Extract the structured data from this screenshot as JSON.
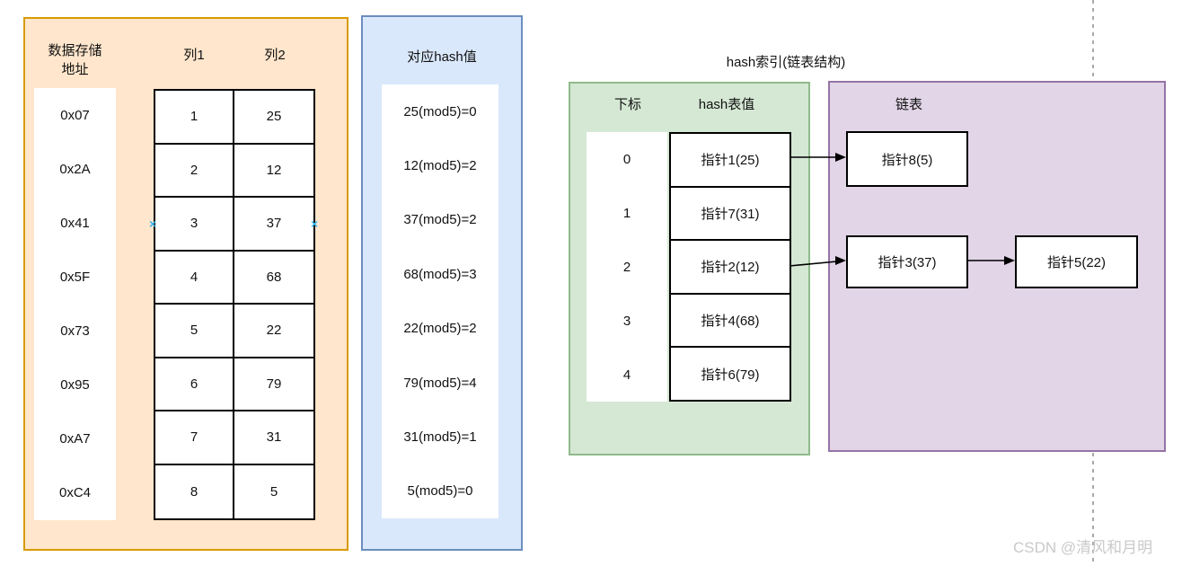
{
  "title": "hash索引(链表结构)",
  "watermark": "CSDN @清风和月明",
  "storage_panel": {
    "header_line1": "数据存储",
    "header_line2": "地址",
    "col1_header": "列1",
    "col2_header": "列2",
    "addresses": [
      "0x07",
      "0x2A",
      "0x41",
      "0x5F",
      "0x73",
      "0x95",
      "0xA7",
      "0xC4"
    ],
    "rows": [
      {
        "col1": "1",
        "col2": "25"
      },
      {
        "col1": "2",
        "col2": "12"
      },
      {
        "col1": "3",
        "col2": "37"
      },
      {
        "col1": "4",
        "col2": "68"
      },
      {
        "col1": "5",
        "col2": "22"
      },
      {
        "col1": "6",
        "col2": "79"
      },
      {
        "col1": "7",
        "col2": "31"
      },
      {
        "col1": "8",
        "col2": "5"
      }
    ],
    "connection_marker": "×"
  },
  "hash_panel": {
    "header": "对应hash值",
    "values": [
      "25(mod5)=0",
      "12(mod5)=2",
      "37(mod5)=2",
      "68(mod5)=3",
      "22(mod5)=2",
      "79(mod5)=4",
      "31(mod5)=1",
      "5(mod5)=0"
    ]
  },
  "index_panel": {
    "index_header": "下标",
    "value_header": "hash表值",
    "indexes": [
      "0",
      "1",
      "2",
      "3",
      "4"
    ],
    "values": [
      "指针1(25)",
      "指针7(31)",
      "指针2(12)",
      "指针4(68)",
      "指针6(79)"
    ]
  },
  "list_panel": {
    "header": "链表",
    "node1": "指针8(5)",
    "node2": "指针3(37)",
    "node3": "指针5(22)"
  },
  "colors": {
    "orange_fill": "#ffe6cc",
    "orange_stroke": "#d79b00",
    "blue_fill": "#dae8fc",
    "blue_stroke": "#6c8ebf",
    "green_fill": "#d5e8d4",
    "green_stroke": "#8fbb8a",
    "purple_fill": "#e1d5e7",
    "purple_stroke": "#9673a6",
    "marker_blue": "#3bb3e8",
    "watermark_gray": "#c9c9c9",
    "arrow_black": "#000000"
  }
}
